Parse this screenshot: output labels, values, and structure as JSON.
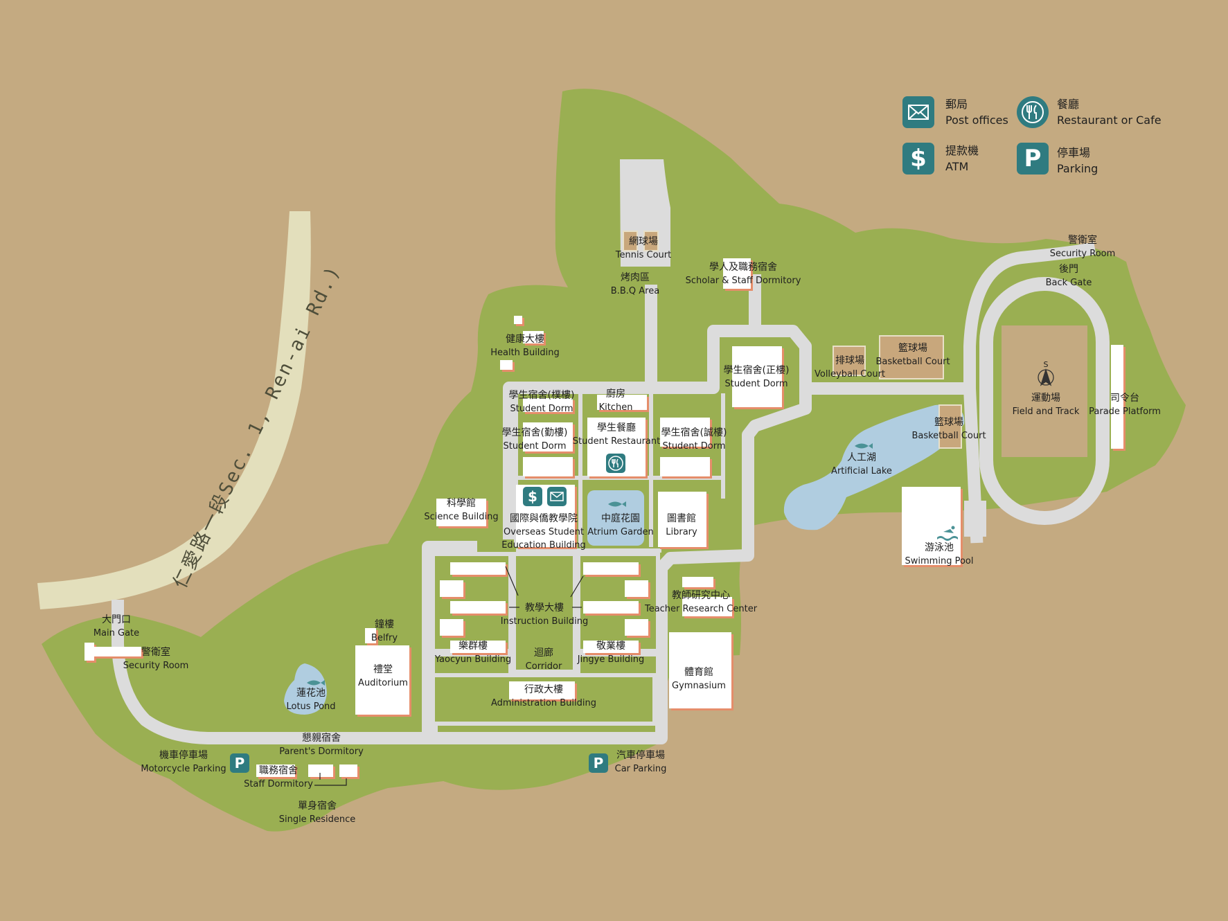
{
  "road": {
    "label": "仁愛路一段Sec. 1, Ren-ai Rd.)"
  },
  "legend": [
    {
      "zh": "郵局",
      "en": "Post offices",
      "icon": "mail-icon"
    },
    {
      "zh": "餐廳",
      "en": "Restaurant or Cafe",
      "icon": "fork-knife-icon"
    },
    {
      "zh": "提款機",
      "en": "ATM",
      "icon": "dollar-icon",
      "glyph": "$"
    },
    {
      "zh": "停車場",
      "en": "Parking",
      "icon": "parking-icon",
      "glyph": "P"
    }
  ],
  "compass": {
    "label": "S"
  },
  "places": {
    "tennis": {
      "zh": "網球場",
      "en": "Tennis Court"
    },
    "bbq": {
      "zh": "烤肉區",
      "en": "B.B.Q  Area"
    },
    "scholar": {
      "zh": "學人及職務宿舍",
      "en": "Scholar & Staff Dormitory"
    },
    "security_back": {
      "zh": "警衛室",
      "en": "Security Room"
    },
    "back_gate": {
      "zh": "後門",
      "en": "Back Gate"
    },
    "health": {
      "zh": "健康大樓",
      "en": "Health Building"
    },
    "dorm_main": {
      "zh": "學生宿舍(正樓)",
      "en": "Student Dorm"
    },
    "volleyball": {
      "zh": "排球場",
      "en": "Volleyball Court"
    },
    "basketball1": {
      "zh": "籃球場",
      "en": "Basketball Court"
    },
    "field": {
      "zh": "運動場",
      "en": "Field and Track"
    },
    "parade": {
      "zh": "司令台",
      "en": "Parade Platform"
    },
    "dorm_pu": {
      "zh": "學生宿舍(樸樓)",
      "en": "Student Dorm"
    },
    "kitchen": {
      "zh": "廚房",
      "en": "Kitchen"
    },
    "dorm_qin": {
      "zh": "學生宿舍(勤樓)",
      "en": "Student Dorm"
    },
    "restaurant": {
      "zh": "學生餐廳",
      "en": "Student Restaurant"
    },
    "dorm_cheng": {
      "zh": "學生宿舍(誠樓)",
      "en": "Student Dorm"
    },
    "basketball2": {
      "zh": "籃球場",
      "en": "Basketball Court"
    },
    "lake": {
      "zh": "人工湖",
      "en": "Artificial Lake"
    },
    "science": {
      "zh": "科學館",
      "en": "Science Building"
    },
    "overseas": {
      "zh": "國際與僑教學院",
      "en1": "Overseas Student",
      "en2": "Education Building"
    },
    "atrium": {
      "zh": "中庭花園",
      "en": "Atrium Garden"
    },
    "library": {
      "zh": "圖書館",
      "en": "Library"
    },
    "pool": {
      "zh": "游泳池",
      "en": "Swimming Pool"
    },
    "teacher": {
      "zh": "教師研究中心",
      "en": "Teacher Research Center"
    },
    "instruction": {
      "zh": "教學大樓",
      "en": "Instruction Building"
    },
    "main_gate": {
      "zh": "大門口",
      "en": "Main Gate"
    },
    "security_main": {
      "zh": "警衛室",
      "en": "Security Room"
    },
    "belfry": {
      "zh": "鐘樓",
      "en": "Belfry"
    },
    "auditorium": {
      "zh": "禮堂",
      "en": "Auditorium"
    },
    "yaocyun": {
      "zh": "樂群樓",
      "en": "Yaocyun Building"
    },
    "corridor": {
      "zh": "迴廊",
      "en": "Corridor"
    },
    "jingye": {
      "zh": "敬業樓",
      "en": "Jingye Building"
    },
    "gym": {
      "zh": "體育館",
      "en": "Gymnasium"
    },
    "lotus": {
      "zh": "蓮花池",
      "en": "Lotus Pond"
    },
    "admin": {
      "zh": "行政大樓",
      "en": "Administration Building"
    },
    "parent": {
      "zh": "懇親宿舍",
      "en": "Parent's Dormitory"
    },
    "moto": {
      "zh": "機車停車場",
      "en": "Motorcycle Parking"
    },
    "staff": {
      "zh": "職務宿舍",
      "en": "Staff Dormitory"
    },
    "car": {
      "zh": "汽車停車場",
      "en": "Car Parking"
    },
    "single": {
      "zh": "單身宿舍",
      "en": "Single Residence"
    }
  }
}
